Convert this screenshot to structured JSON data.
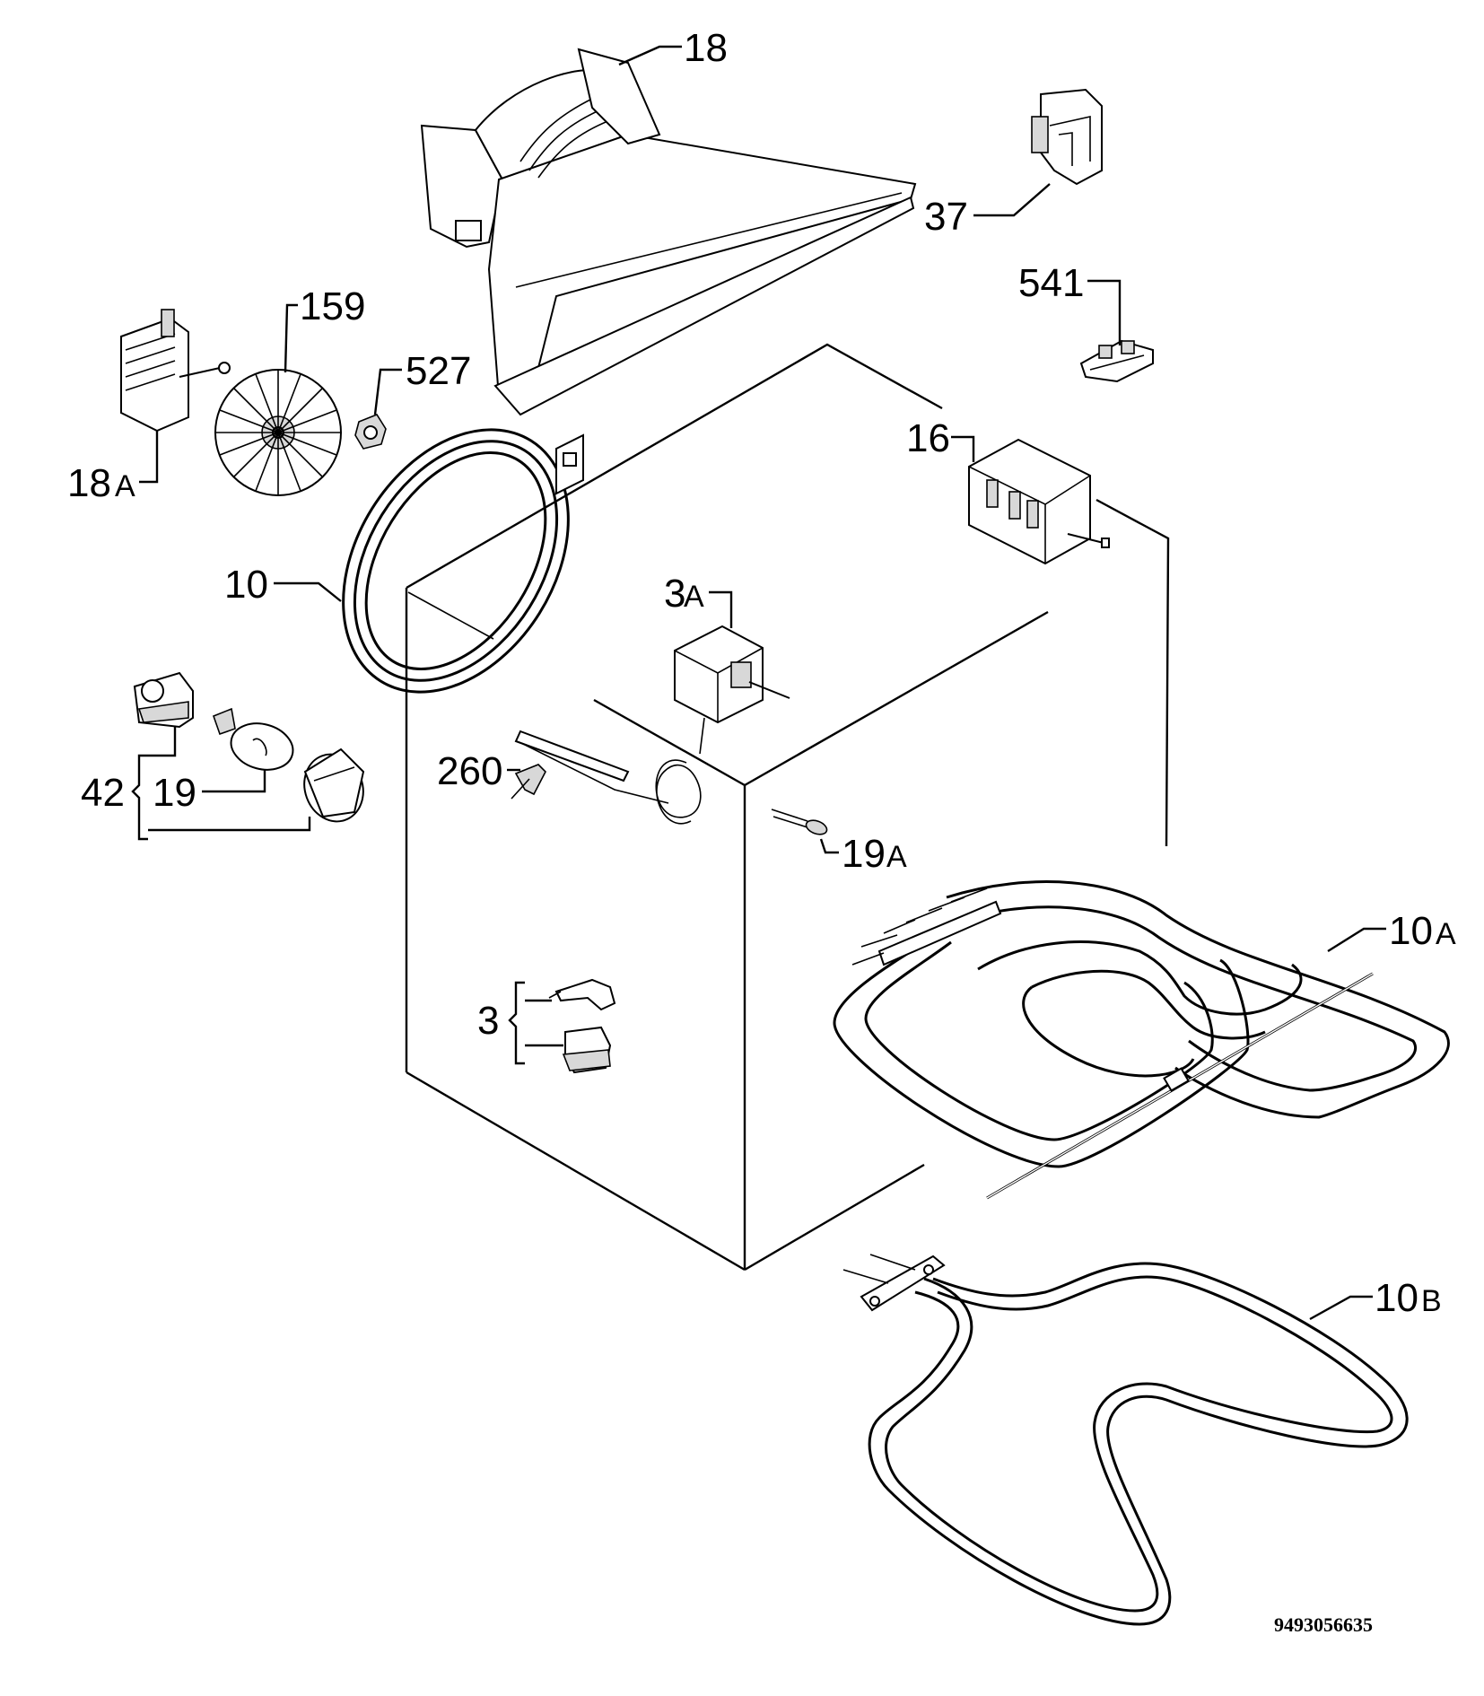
{
  "labels": {
    "p18": "18",
    "p37": "37",
    "p541": "541",
    "p159": "159",
    "p527": "527",
    "p18a_num": "18",
    "p18a_letter": "A",
    "p16": "16",
    "p10": "10",
    "p3a_num": "3",
    "p3a_letter": "A",
    "p260": "260",
    "p42": "42",
    "p19": "19",
    "p19a_num": "19",
    "p19a_letter": "A",
    "p10a_num": "10",
    "p10a_letter": "A",
    "p3": "3",
    "p10b_num": "10",
    "p10b_letter": "B"
  },
  "document_number": "9493056635",
  "colors": {
    "line": "#000000",
    "background": "#ffffff",
    "fill_shade": "#d8d8d8"
  }
}
